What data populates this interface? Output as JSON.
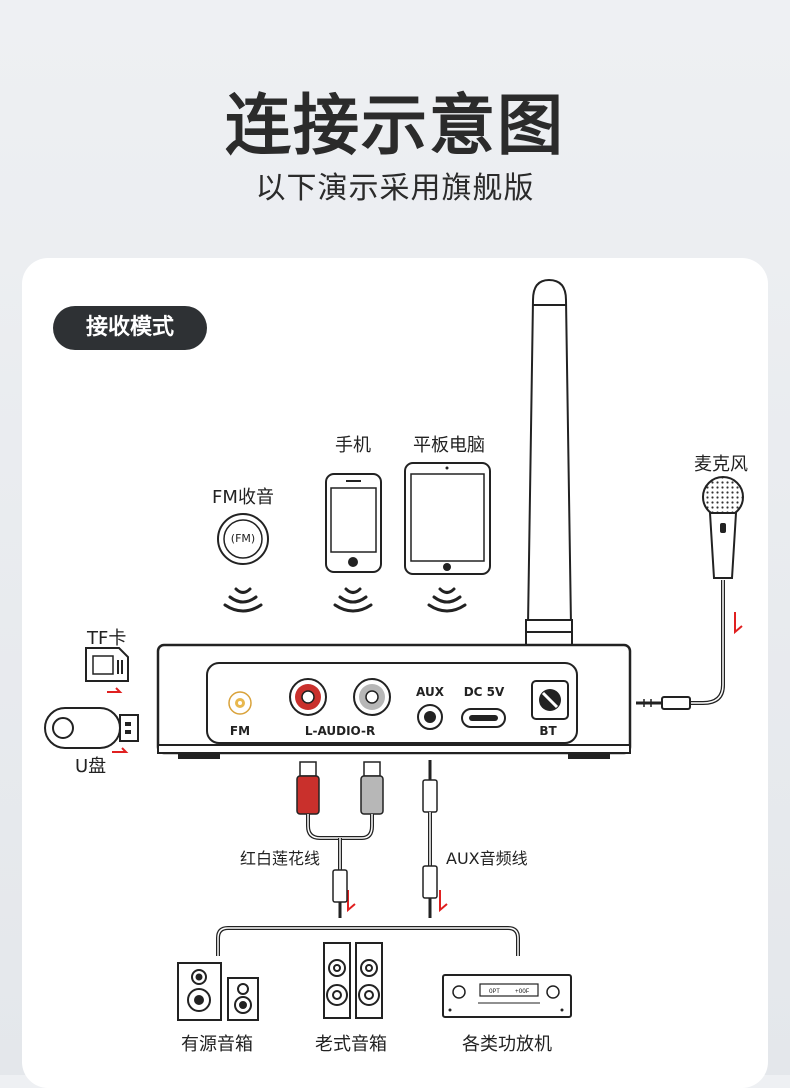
{
  "header": {
    "title": "连接示意图",
    "subtitle": "以下演示采用旗舰版"
  },
  "mode": {
    "label": "接收模式"
  },
  "sources": {
    "fm": "FM收音",
    "fm_badge": "(FM)",
    "phone": "手机",
    "tablet": "平板电脑",
    "microphone": "麦克风",
    "tf_card": "TF卡",
    "usb_disk": "U盘"
  },
  "ports": {
    "fm": "FM",
    "audio": "L-AUDIO-R",
    "aux": "AUX",
    "dc": "DC 5V",
    "bt": "BT"
  },
  "cables": {
    "rca": "红白莲花线",
    "aux": "AUX音频线"
  },
  "outputs": {
    "active_speaker": "有源音箱",
    "classic_speaker": "老式音箱",
    "amplifier": "各类功放机"
  },
  "amp_display": {
    "left": "OPT",
    "right": "+OOF"
  },
  "colors": {
    "arrow": "#e02020",
    "rca_red": "#c9302c",
    "rca_white": "#b7b7b7",
    "dark": "#2e3134"
  }
}
